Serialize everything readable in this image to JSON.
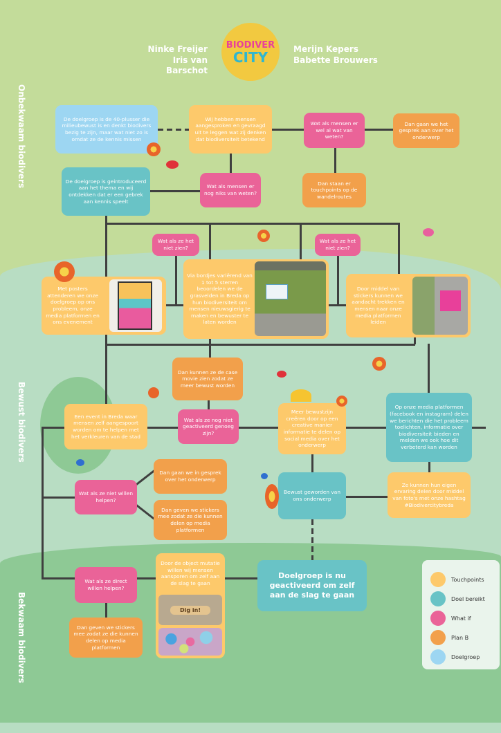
{
  "header": {
    "left_names": [
      "Ninke Freijer",
      "Iris van Barschot"
    ],
    "right_names": [
      "Merijn Kepers",
      "Babette Brouwers"
    ],
    "logo": [
      "BIODIVER",
      "CITY"
    ]
  },
  "sections": [
    "Onbekwaam biodivers",
    "Bewust biodivers",
    "Bekwaam biodivers"
  ],
  "nodes": {
    "doelgroep": "De doelgroep is de 40-plusser die milieubewust is en denkt biodivers bezig te zijn, maar wat niet zo is omdat ze de kennis missen",
    "aangesproken": "Wij hebben mensen aangesproken en gevraagd uit te leggen wat zij denken dat biodiversiteit betekend",
    "wel_al": "Wat als mensen er wel al wat van weten?",
    "gesprek": "Dan gaan we het gesprek aan over het onderwerp",
    "geintroduceerd": "De doelgroep is geintroduceerd aan het thema en wij ontdekken dat er een gebrek aan kennis speelt",
    "niks": "Wat als mensen er nog niks van weten?",
    "wandelroutes": "Dan staan er touchpoints op de wandelroutes",
    "niet_zien_1": "Wat als ze het niet zien?",
    "niet_zien_2": "Wat als ze het niet zien?",
    "posters": "Met posters attenderen we onze doelgroep op ons probleem, onze media platformen en ons evenement",
    "bordjes": "Via bordjes variërend van 1 tot 5 sterren beoordelen we de grasvelden in Breda op hun biodiversiteit om mensen nieuwsgierig te maken en bewuster te laten worden",
    "stickers": "Door middel van stickers kunnen we aandacht trekken en mensen naar onze media platformen leiden",
    "case_movie": "Dan kunnen ze de case movie zien zodat ze meer bewust worden",
    "niet_geactiveerd": "Wat als ze nog niet geactiveerd genoeg zijn?",
    "event": "Een event in Breda waar mensen zelf aangespoort worden om te helpen met het verkleuren van de stad",
    "bewustzijn": "Meer bewustzijn creëren door op een creative manier informatie te delen op social media over het onderwerp",
    "media": "Op onze media platformen (facebook en instagram) delen we berichten die het probleem toelichten, informatie over biodiversiteit bieden en melden we ook hoe dit verbeterd kan worden",
    "hashtag": "Ze kunnen hun eigen ervaring delen door middel van foto's met onze hashtag #Biodivercitybreda",
    "bewust_geworden": "Bewust geworden van ons onderwerp",
    "niet_helpen": "Wat als ze niet willen helpen?",
    "in_gesprek": "Dan gaan we in gesprek over het onderwerp",
    "stickers_mee_1": "Dan geven we stickers mee zodat ze die kunnen delen op media platformen",
    "direct_helpen": "Wat als ze direct willen helpen?",
    "stickers_mee_2": "Dan geven we stickers mee zodat ze die kunnen delen op media platformen",
    "object": "Door de object mutatie willen wij mensen aansporen om zelf aan de slag te gaan",
    "object_img_text": "Dig in!",
    "final": "Doelgroep is nu geactiveerd om zelf aan de slag te gaan"
  },
  "legend": [
    {
      "label": "Touchpoints",
      "color": "#fdc96b"
    },
    {
      "label": "Doel bereikt",
      "color": "#69c3c6"
    },
    {
      "label": "What if",
      "color": "#ea6398"
    },
    {
      "label": "Plan B",
      "color": "#f2a04b"
    },
    {
      "label": "Doelgroep",
      "color": "#9dd6f2"
    }
  ]
}
